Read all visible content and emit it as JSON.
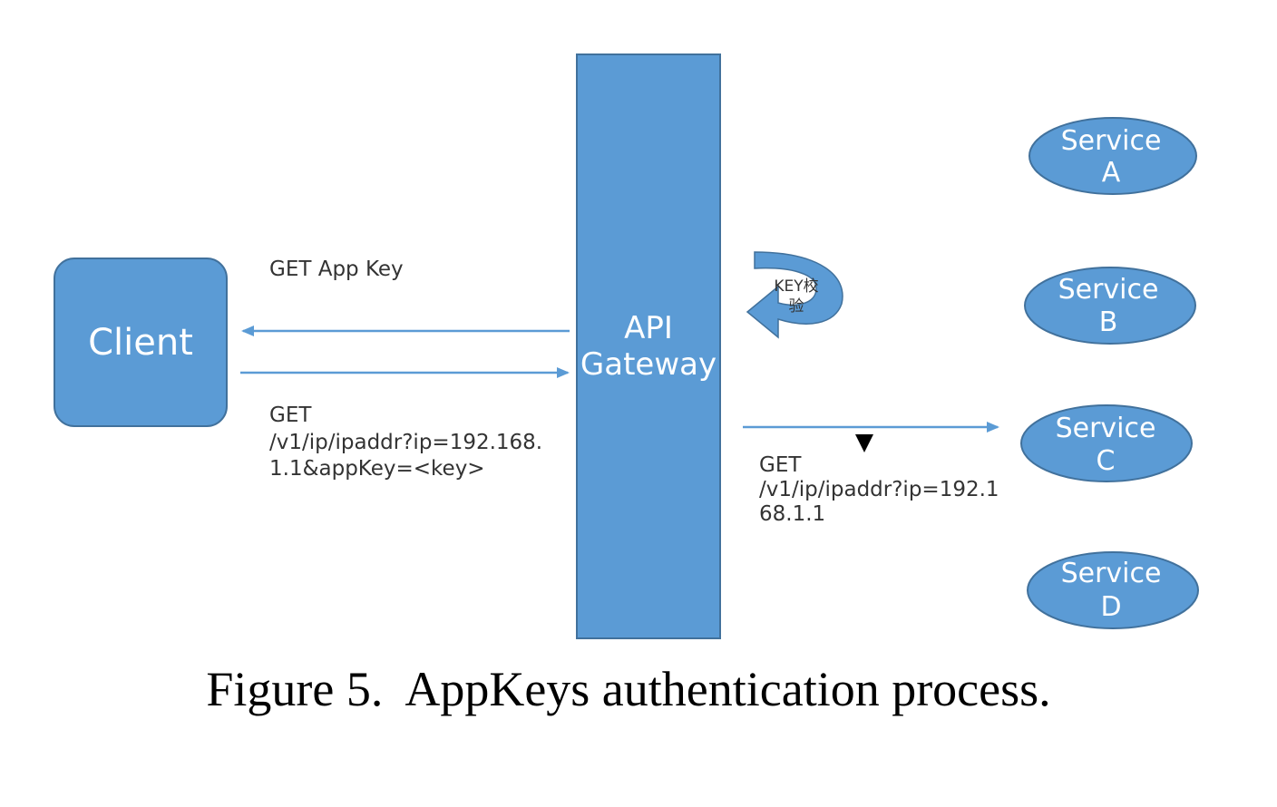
{
  "diagram": {
    "nodes": {
      "client": {
        "label": "Client"
      },
      "gateway": {
        "line1": "API",
        "line2": "Gateway"
      },
      "services": [
        {
          "line1": "Service",
          "line2": "A"
        },
        {
          "line1": "Service",
          "line2": "B"
        },
        {
          "line1": "Service",
          "line2": "C"
        },
        {
          "line1": "Service",
          "line2": "D"
        }
      ]
    },
    "edges": {
      "get_app_key": {
        "label": "GET App Key"
      },
      "client_request": {
        "line1": "GET",
        "line2": "/v1/ip/ipaddr?ip=192.168.",
        "line3": "1.1&appKey=<key>"
      },
      "forward_request": {
        "line1": "GET",
        "line2": "/v1/ip/ipaddr?ip=192.1",
        "line3": "68.1.1"
      }
    },
    "key_check": {
      "line1": "KEY校",
      "line2": "验"
    },
    "caption": "Figure 5.  AppKeys authentication process.",
    "colors": {
      "node_fill": "#5b9bd5",
      "node_stroke": "#41719c",
      "edge": "#5b9bd5",
      "label_text": "#333333",
      "caption_text": "#000000"
    }
  }
}
